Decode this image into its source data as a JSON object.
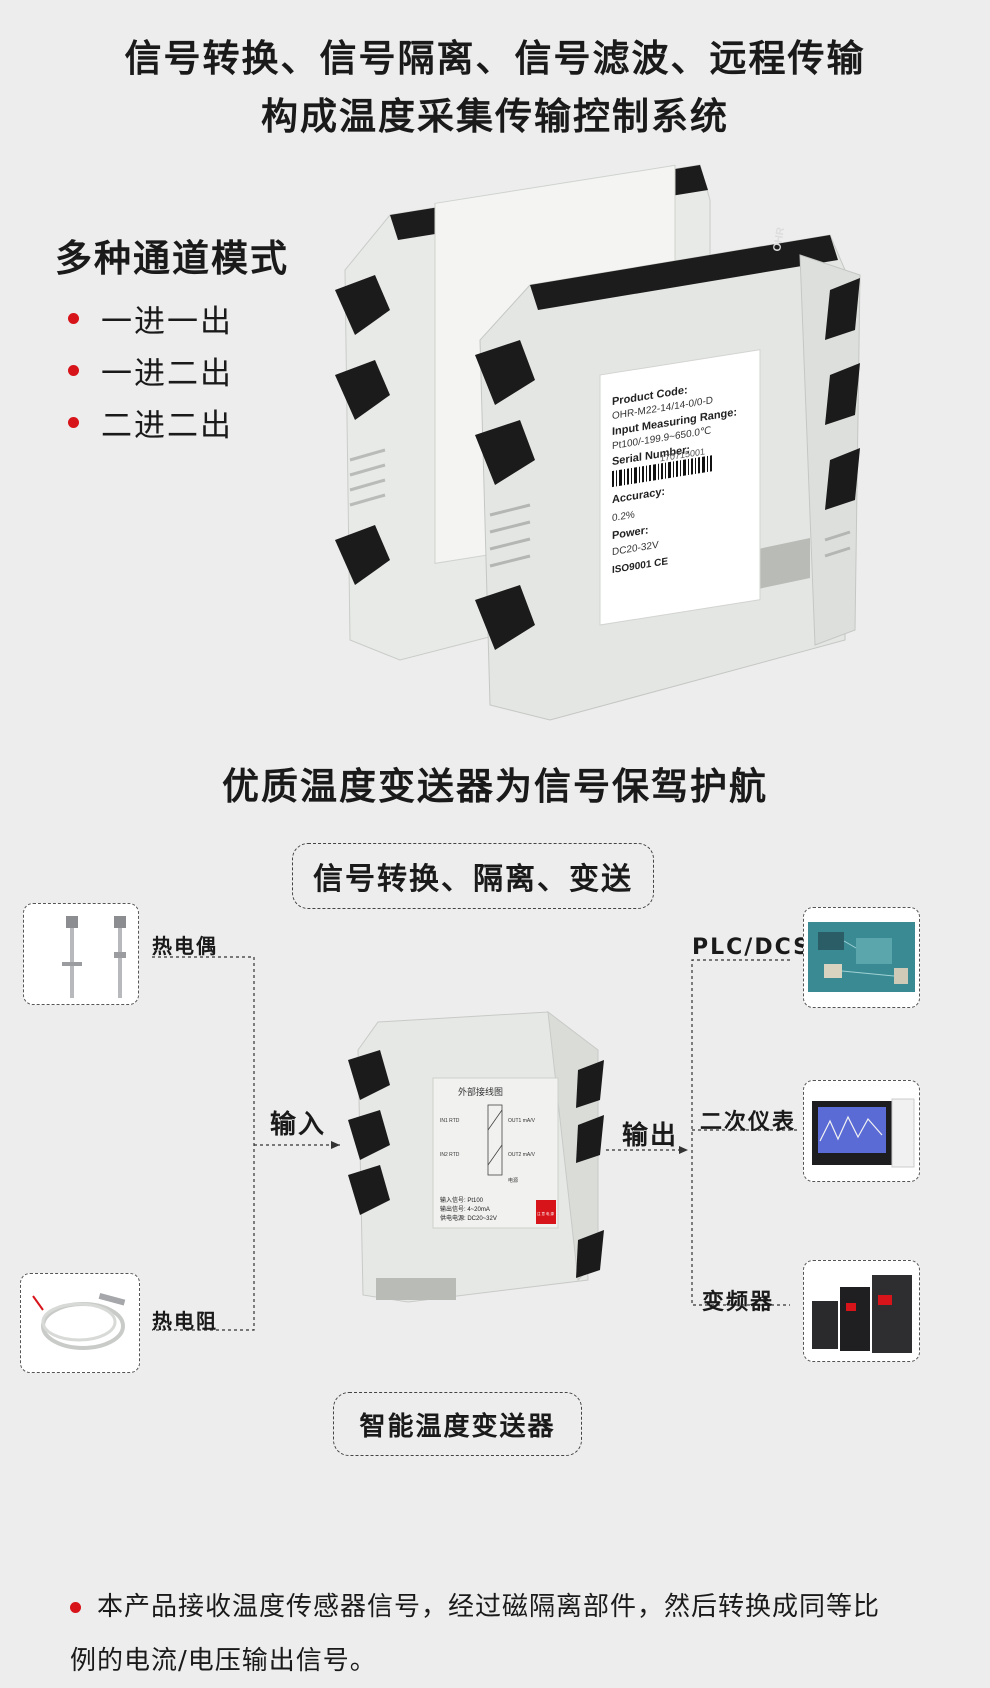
{
  "header": {
    "line1": "信号转换、信号隔离、信号滤波、远程传输",
    "line2": "构成温度采集传输控制系统"
  },
  "modes": {
    "title": "多种通道模式",
    "items": [
      "一进一出",
      "一进二出",
      "二进二出"
    ]
  },
  "product_label": {
    "brand": "OHR",
    "code_title": "Product Code:",
    "code": "OHR-M22-14/14-0/0-D",
    "range_title": "Input Measuring Range:",
    "range": "Pt100/-199.9~650.0℃",
    "serial_title": "Serial Number:",
    "serial": "170715001",
    "accuracy_title": "Accuracy:",
    "accuracy": "0.2%",
    "power_title": "Power:",
    "power": "DC20-32V",
    "cert": "ISO9001  CE"
  },
  "section2": {
    "title": "优质温度变送器为信号保驾护航",
    "top_box": "信号转换、隔离、变送",
    "bottom_box": "智能温度变送器",
    "input_label": "输入",
    "output_label": "输出",
    "sensors": [
      "热电偶",
      "热电阻"
    ],
    "outputs": [
      "PLC/DCS",
      "二次仪表",
      "变频器"
    ],
    "wiring": {
      "title": "外部接线图",
      "in1": "IN1 RTD",
      "in2": "IN2 RTD",
      "out1": "OUT1 mA/V",
      "out2": "OUT2 mA/V",
      "power": "电源",
      "spec_in": "输入信号: Pt100",
      "spec_out": "输出信号: 4~20mA",
      "spec_power": "供电电源: DC20~32V",
      "warning": "注 意 电 源"
    }
  },
  "footnote": {
    "line1": "本产品接收温度传感器信号，经过磁隔离部件，然后转换成同等比",
    "line2": "例的电流/电压输出信号。"
  },
  "colors": {
    "accent": "#d7141a",
    "background": "#ededed",
    "device": "#e4e6e3",
    "terminal": "#1b1b1b"
  }
}
